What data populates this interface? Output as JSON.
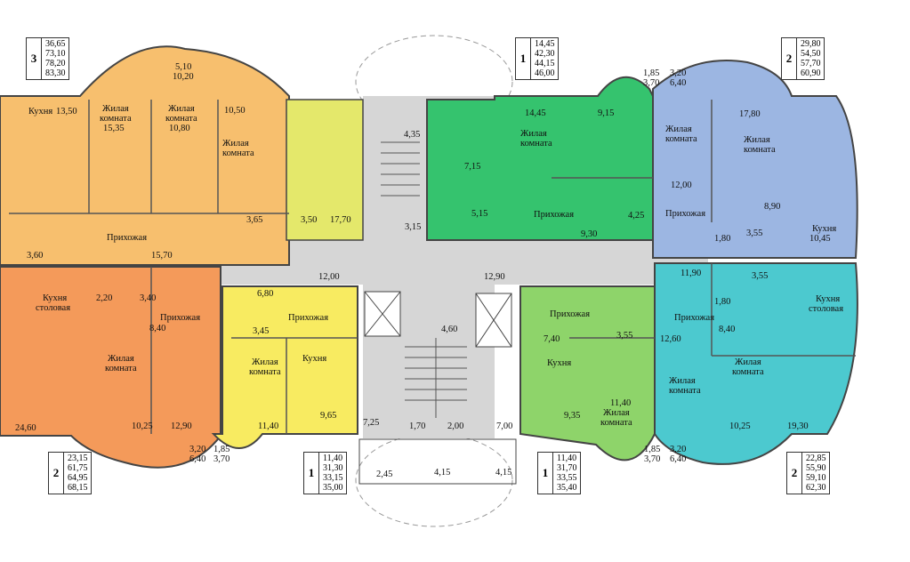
{
  "colors": {
    "apt3": "#F7BF6E",
    "apt3_strip": "#E4E86B",
    "apt2_left": "#F49A5A",
    "apt1_left": "#F8EB61",
    "apt1_top": "#35C36E",
    "apt2_top_right": "#9CB6E2",
    "apt1_bottom": "#8ED46A",
    "apt2_bottom_right": "#4CC9CF",
    "corridor": "#D6D6D6"
  },
  "apartments": [
    {
      "id": "tl",
      "rooms": "3",
      "areas": [
        "36,65",
        "73,10",
        "78,20",
        "83,30"
      ]
    },
    {
      "id": "tc",
      "rooms": "1",
      "areas": [
        "14,45",
        "42,30",
        "44,15",
        "46,00"
      ]
    },
    {
      "id": "tr",
      "rooms": "2",
      "areas": [
        "29,80",
        "54,50",
        "57,70",
        "60,90"
      ]
    },
    {
      "id": "bl",
      "rooms": "2",
      "areas": [
        "23,15",
        "61,75",
        "64,95",
        "68,15"
      ]
    },
    {
      "id": "bcl",
      "rooms": "1",
      "areas": [
        "11,40",
        "31,30",
        "33,15",
        "35,00"
      ]
    },
    {
      "id": "bcr",
      "rooms": "1",
      "areas": [
        "11,40",
        "31,70",
        "33,55",
        "35,40"
      ]
    },
    {
      "id": "br",
      "rooms": "2",
      "areas": [
        "22,85",
        "55,90",
        "59,10",
        "62,30"
      ]
    }
  ],
  "room_labels": [
    {
      "id": "r1",
      "text": "Кухня"
    },
    {
      "id": "r2",
      "text": "Жилая"
    },
    {
      "id": "r3",
      "text": "комната"
    },
    {
      "id": "r4",
      "text": "Жилая"
    },
    {
      "id": "r5",
      "text": "комната"
    },
    {
      "id": "r6",
      "text": "Жилая"
    },
    {
      "id": "r7",
      "text": "комната"
    },
    {
      "id": "r8",
      "text": "Прихожая"
    },
    {
      "id": "r9",
      "text": "Жилая"
    },
    {
      "id": "r10",
      "text": "комната"
    },
    {
      "id": "r11",
      "text": "Прихожая"
    },
    {
      "id": "r12",
      "text": "Жилая"
    },
    {
      "id": "r13",
      "text": "комната"
    },
    {
      "id": "r14",
      "text": "Жилая"
    },
    {
      "id": "r15",
      "text": "комната"
    },
    {
      "id": "r16",
      "text": "Прихожая"
    },
    {
      "id": "r17",
      "text": "Кухня"
    },
    {
      "id": "r18",
      "text": "Кухня"
    },
    {
      "id": "r19",
      "text": "столовая"
    },
    {
      "id": "r20",
      "text": "Прихожая"
    },
    {
      "id": "r21",
      "text": "Жилая"
    },
    {
      "id": "r22",
      "text": "комната"
    },
    {
      "id": "r23",
      "text": "Прихожая"
    },
    {
      "id": "r24",
      "text": "Жилая"
    },
    {
      "id": "r25",
      "text": "комната"
    },
    {
      "id": "r26",
      "text": "Кухня"
    },
    {
      "id": "r27",
      "text": "Прихожая"
    },
    {
      "id": "r28",
      "text": "Кухня"
    },
    {
      "id": "r29",
      "text": "Жилая"
    },
    {
      "id": "r30",
      "text": "комната"
    },
    {
      "id": "r31",
      "text": "Прихожая"
    },
    {
      "id": "r32",
      "text": "Жилая"
    },
    {
      "id": "r33",
      "text": "комната"
    },
    {
      "id": "r34",
      "text": "Жилая"
    },
    {
      "id": "r35",
      "text": "комната"
    },
    {
      "id": "r36",
      "text": "Кухня"
    },
    {
      "id": "r37",
      "text": "столовая"
    }
  ],
  "area_labels": [
    {
      "id": "a1",
      "text": "5,10"
    },
    {
      "id": "a2",
      "text": "10,20"
    },
    {
      "id": "a3",
      "text": "13,50"
    },
    {
      "id": "a4",
      "text": "15,35"
    },
    {
      "id": "a5",
      "text": "10,80"
    },
    {
      "id": "a6",
      "text": "10,50"
    },
    {
      "id": "a7",
      "text": "3,65"
    },
    {
      "id": "a8",
      "text": "3,50"
    },
    {
      "id": "a9",
      "text": "17,70"
    },
    {
      "id": "a10",
      "text": "3,60"
    },
    {
      "id": "a11",
      "text": "15,70"
    },
    {
      "id": "a12",
      "text": "4,35"
    },
    {
      "id": "a13",
      "text": "7,15"
    },
    {
      "id": "a14",
      "text": "3,15"
    },
    {
      "id": "a15",
      "text": "14,45"
    },
    {
      "id": "a16",
      "text": "9,15"
    },
    {
      "id": "a17",
      "text": "5,15"
    },
    {
      "id": "a18",
      "text": "4,25"
    },
    {
      "id": "a19",
      "text": "9,30"
    },
    {
      "id": "a20",
      "text": "1,85"
    },
    {
      "id": "a21",
      "text": "3,70"
    },
    {
      "id": "a22",
      "text": "3,20"
    },
    {
      "id": "a23",
      "text": "6,40"
    },
    {
      "id": "a24",
      "text": "17,80"
    },
    {
      "id": "a25",
      "text": "12,00"
    },
    {
      "id": "a26",
      "text": "8,90"
    },
    {
      "id": "a27",
      "text": "1,80"
    },
    {
      "id": "a28",
      "text": "3,55"
    },
    {
      "id": "a29",
      "text": "10,45"
    },
    {
      "id": "a30",
      "text": "11,90"
    },
    {
      "id": "a31",
      "text": "1,80"
    },
    {
      "id": "a32",
      "text": "3,55"
    },
    {
      "id": "a33",
      "text": "12,60"
    },
    {
      "id": "a34",
      "text": "8,40"
    },
    {
      "id": "a35",
      "text": "10,25"
    },
    {
      "id": "a36",
      "text": "19,30"
    },
    {
      "id": "a37",
      "text": "1,85"
    },
    {
      "id": "a38",
      "text": "3,70"
    },
    {
      "id": "a39",
      "text": "3,20"
    },
    {
      "id": "a40",
      "text": "6,40"
    },
    {
      "id": "a41",
      "text": "2,20"
    },
    {
      "id": "a42",
      "text": "3,40"
    },
    {
      "id": "a43",
      "text": "8,40"
    },
    {
      "id": "a44",
      "text": "24,60"
    },
    {
      "id": "a45",
      "text": "10,25"
    },
    {
      "id": "a46",
      "text": "12,90"
    },
    {
      "id": "a47",
      "text": "3,20"
    },
    {
      "id": "a48",
      "text": "6,40"
    },
    {
      "id": "a49",
      "text": "1,85"
    },
    {
      "id": "a50",
      "text": "3,70"
    },
    {
      "id": "a51",
      "text": "12,00"
    },
    {
      "id": "a52",
      "text": "6,80"
    },
    {
      "id": "a53",
      "text": "3,45"
    },
    {
      "id": "a54",
      "text": "11,40"
    },
    {
      "id": "a55",
      "text": "9,65"
    },
    {
      "id": "a56",
      "text": "12,90"
    },
    {
      "id": "a57",
      "text": "4,60"
    },
    {
      "id": "a58",
      "text": "7,40"
    },
    {
      "id": "a59",
      "text": "3,55"
    },
    {
      "id": "a60",
      "text": "11,40"
    },
    {
      "id": "a61",
      "text": "9,35"
    },
    {
      "id": "a62",
      "text": "7,25"
    },
    {
      "id": "a63",
      "text": "1,70"
    },
    {
      "id": "a64",
      "text": "2,00"
    },
    {
      "id": "a65",
      "text": "7,00"
    },
    {
      "id": "a66",
      "text": "2,45"
    },
    {
      "id": "a67",
      "text": "4,15"
    },
    {
      "id": "a68",
      "text": "4,15"
    }
  ]
}
